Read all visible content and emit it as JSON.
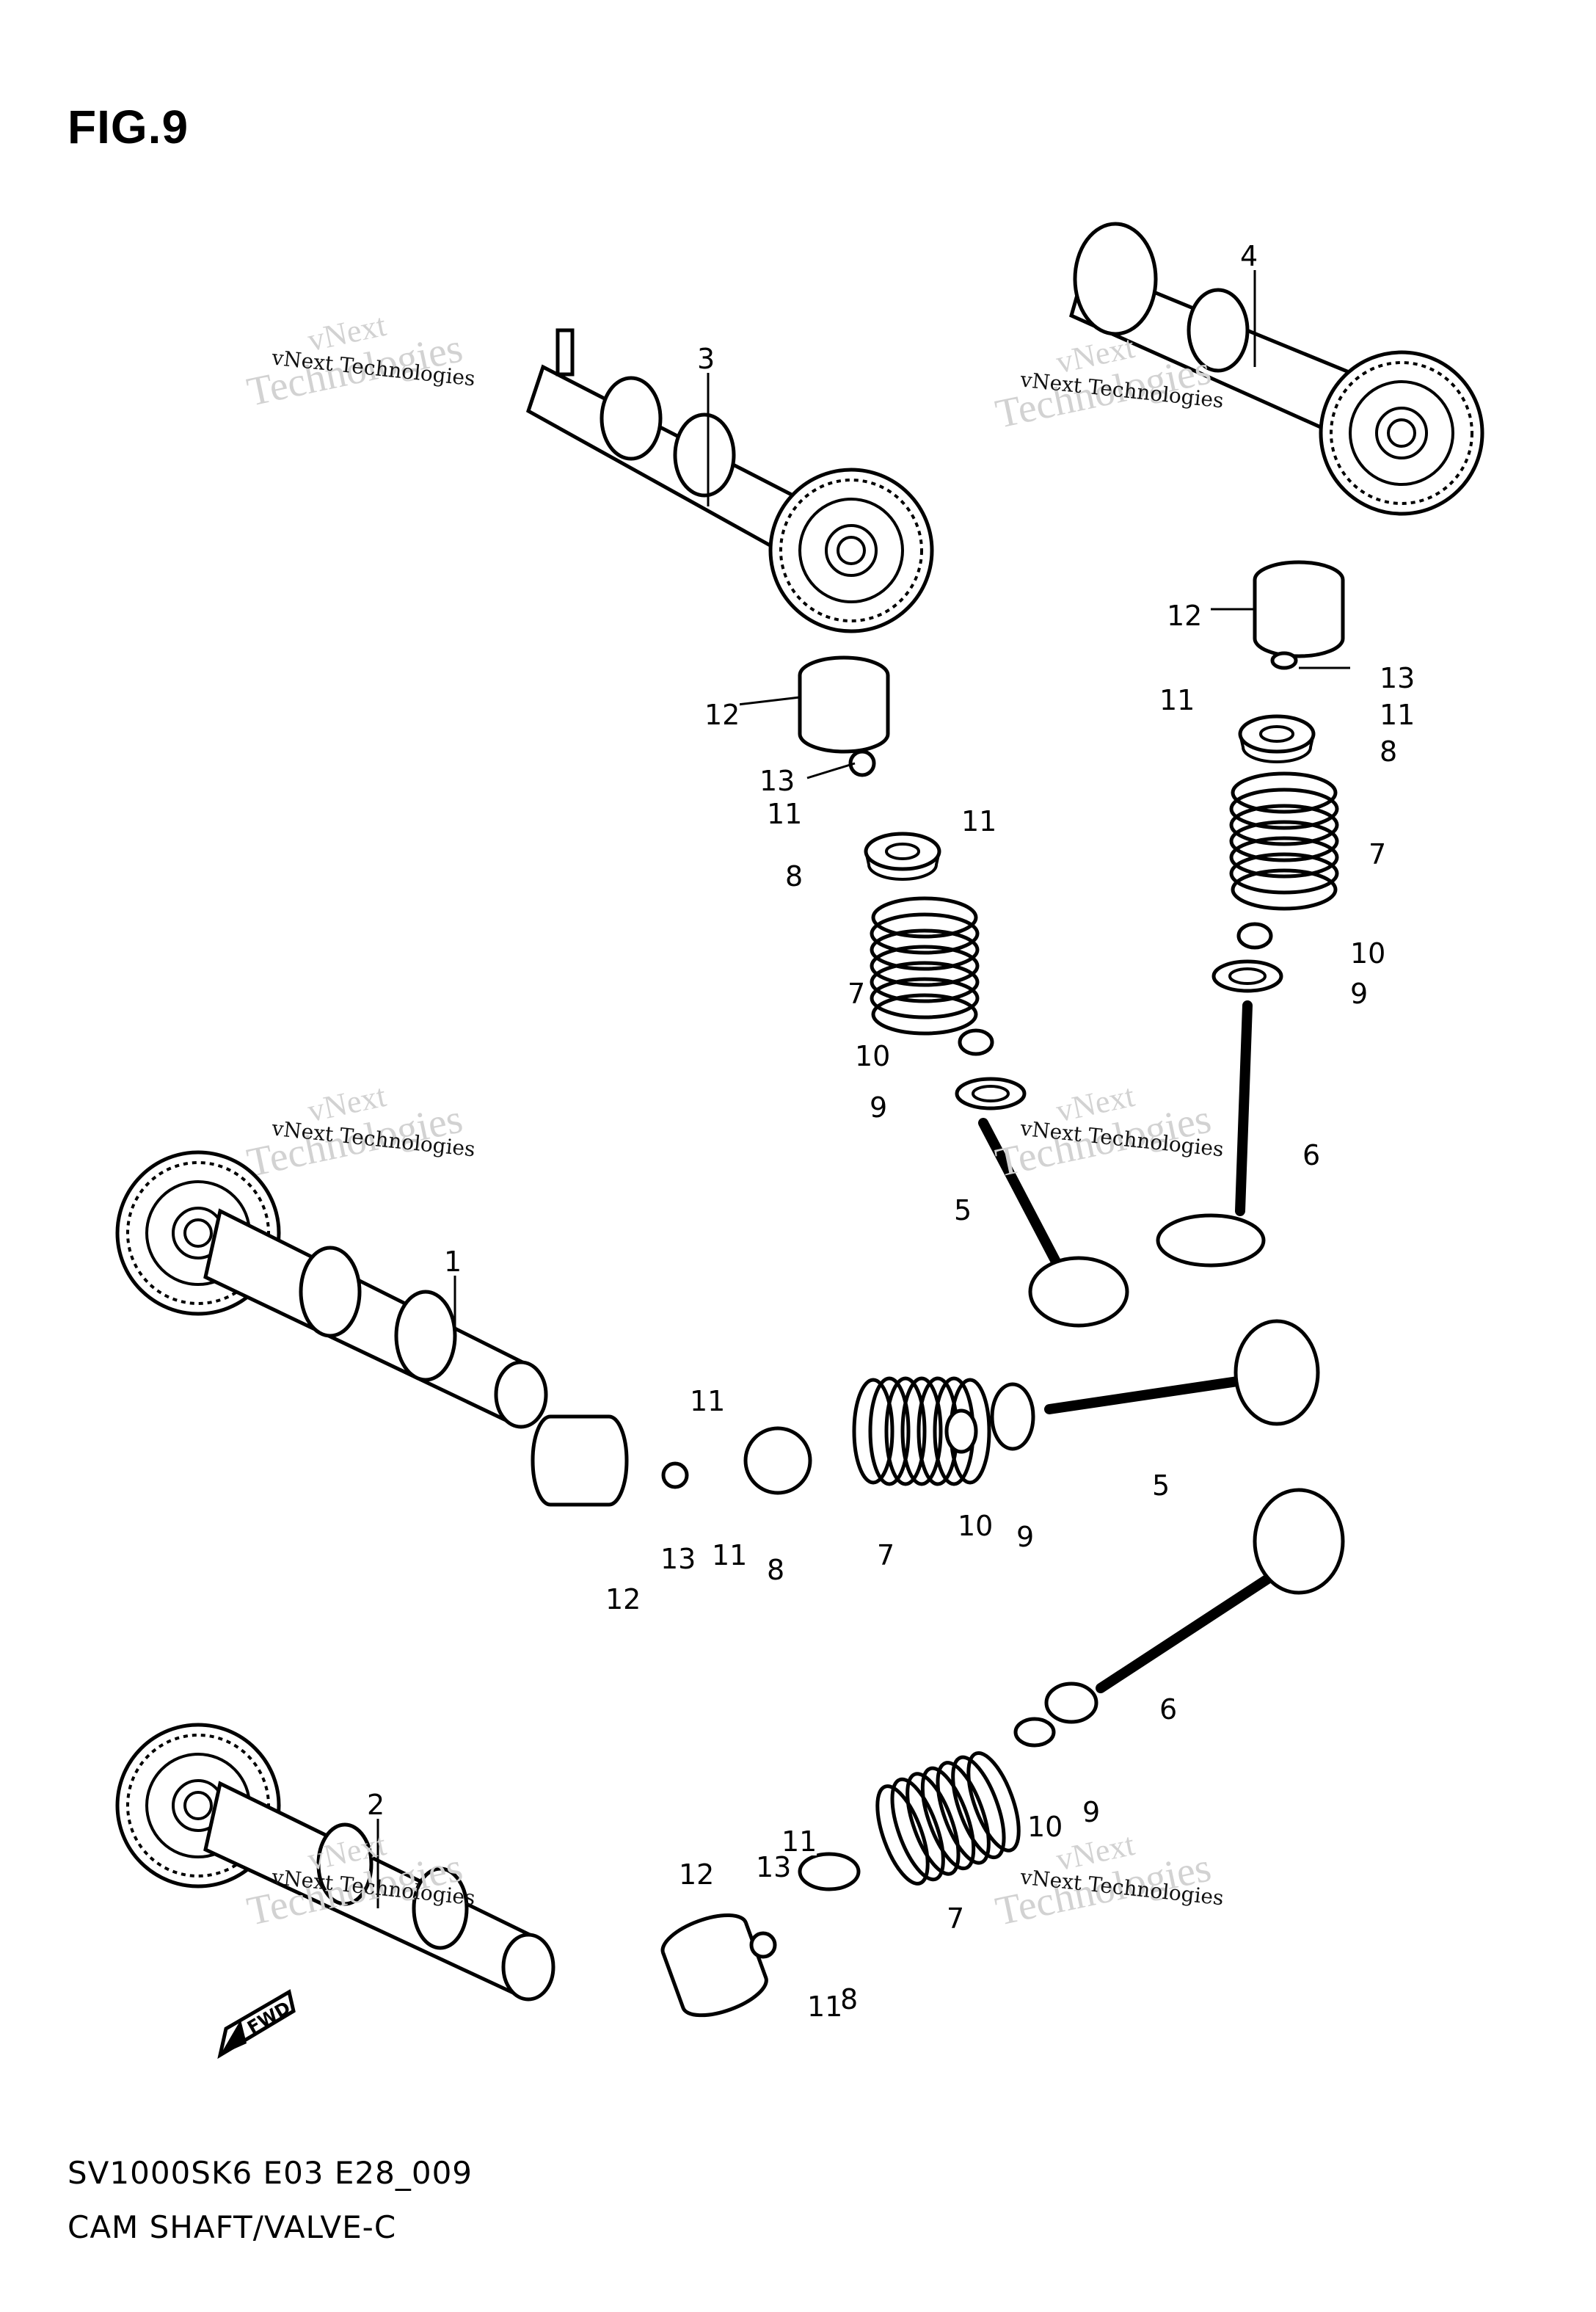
{
  "figure": {
    "title": "FIG.9",
    "model_code": "SV1000SK6 E03 E28_009",
    "caption": "CAM SHAFT/VALVE-C"
  },
  "watermark": {
    "line1": "vNext",
    "line2": "Technologies",
    "small": "vNext Technologies"
  },
  "fwd_label": "FWD",
  "callouts": {
    "cam1": "1",
    "cam2": "2",
    "cam3": "3",
    "cam4": "4",
    "valve5_upper": "5",
    "valve5_lower": "5",
    "valve6_upper": "6",
    "valve6_lower": "6",
    "spring7_a": "7",
    "spring7_b": "7",
    "spring7_c": "7",
    "spring7_d": "7",
    "ret8_a": "8",
    "ret8_b": "8",
    "ret8_c": "8",
    "ret8_d": "8",
    "seat9_a": "9",
    "seat9_b": "9",
    "seat9_c": "9",
    "seat9_d": "9",
    "seal10_a": "10",
    "seal10_b": "10",
    "seal10_c": "10",
    "seal10_d": "10",
    "cot11_a1": "11",
    "cot11_a2": "11",
    "cot11_b1": "11",
    "cot11_b2": "11",
    "cot11_c1": "11",
    "cot11_c2": "11",
    "cot11_d1": "11",
    "cot11_d2": "11",
    "tap12_a": "12",
    "tap12_b": "12",
    "tap12_c": "12",
    "tap12_d": "12",
    "shim13_a": "13",
    "shim13_b": "13",
    "shim13_c": "13",
    "shim13_d": "13"
  },
  "colors": {
    "ink": "#000000",
    "paper": "#ffffff",
    "watermark": "#d9d9d9"
  }
}
